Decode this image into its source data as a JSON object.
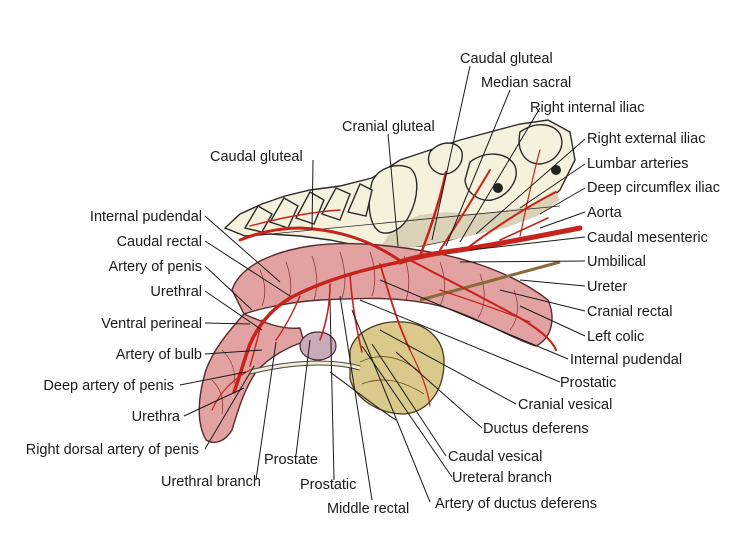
{
  "labels": {
    "caudal_gluteal_top": "Caudal gluteal",
    "median_sacral": "Median sacral",
    "right_internal_iliac": "Right internal iliac",
    "cranial_gluteal": "Cranial gluteal",
    "right_external_iliac": "Right external iliac",
    "caudal_gluteal_left": "Caudal gluteal",
    "lumbar_arteries": "Lumbar arteries",
    "deep_circumflex_iliac": "Deep circumflex iliac",
    "aorta": "Aorta",
    "internal_pudendal_left": "Internal pudendal",
    "caudal_mesenteric": "Caudal mesenteric",
    "caudal_rectal": "Caudal rectal",
    "umbilical": "Umbilical",
    "artery_of_penis": "Artery of penis",
    "ureter": "Ureter",
    "urethral": "Urethral",
    "cranial_rectal": "Cranial rectal",
    "ventral_perineal": "Ventral perineal",
    "left_colic": "Left colic",
    "artery_of_bulb": "Artery of bulb",
    "internal_pudendal_right": "Internal pudendal",
    "deep_artery_of_penis": "Deep artery of penis",
    "prostatic_right": "Prostatic",
    "urethra": "Urethra",
    "cranial_vesical": "Cranial vesical",
    "ductus_deferens": "Ductus deferens",
    "right_dorsal_artery_of_penis": "Right dorsal artery of penis",
    "caudal_vesical": "Caudal vesical",
    "prostate": "Prostate",
    "ureteral_branch": "Ureteral branch",
    "urethral_branch": "Urethral branch",
    "prostatic_bottom": "Prostatic",
    "artery_of_ductus_deferens": "Artery of ductus deferens",
    "middle_rectal": "Middle rectal"
  },
  "colors": {
    "artery": "#c8221c",
    "bone": "#f6f1dc",
    "rectum": "#e3a2a2",
    "prostate": "#d9c98a",
    "text": "#1a1a1a"
  }
}
